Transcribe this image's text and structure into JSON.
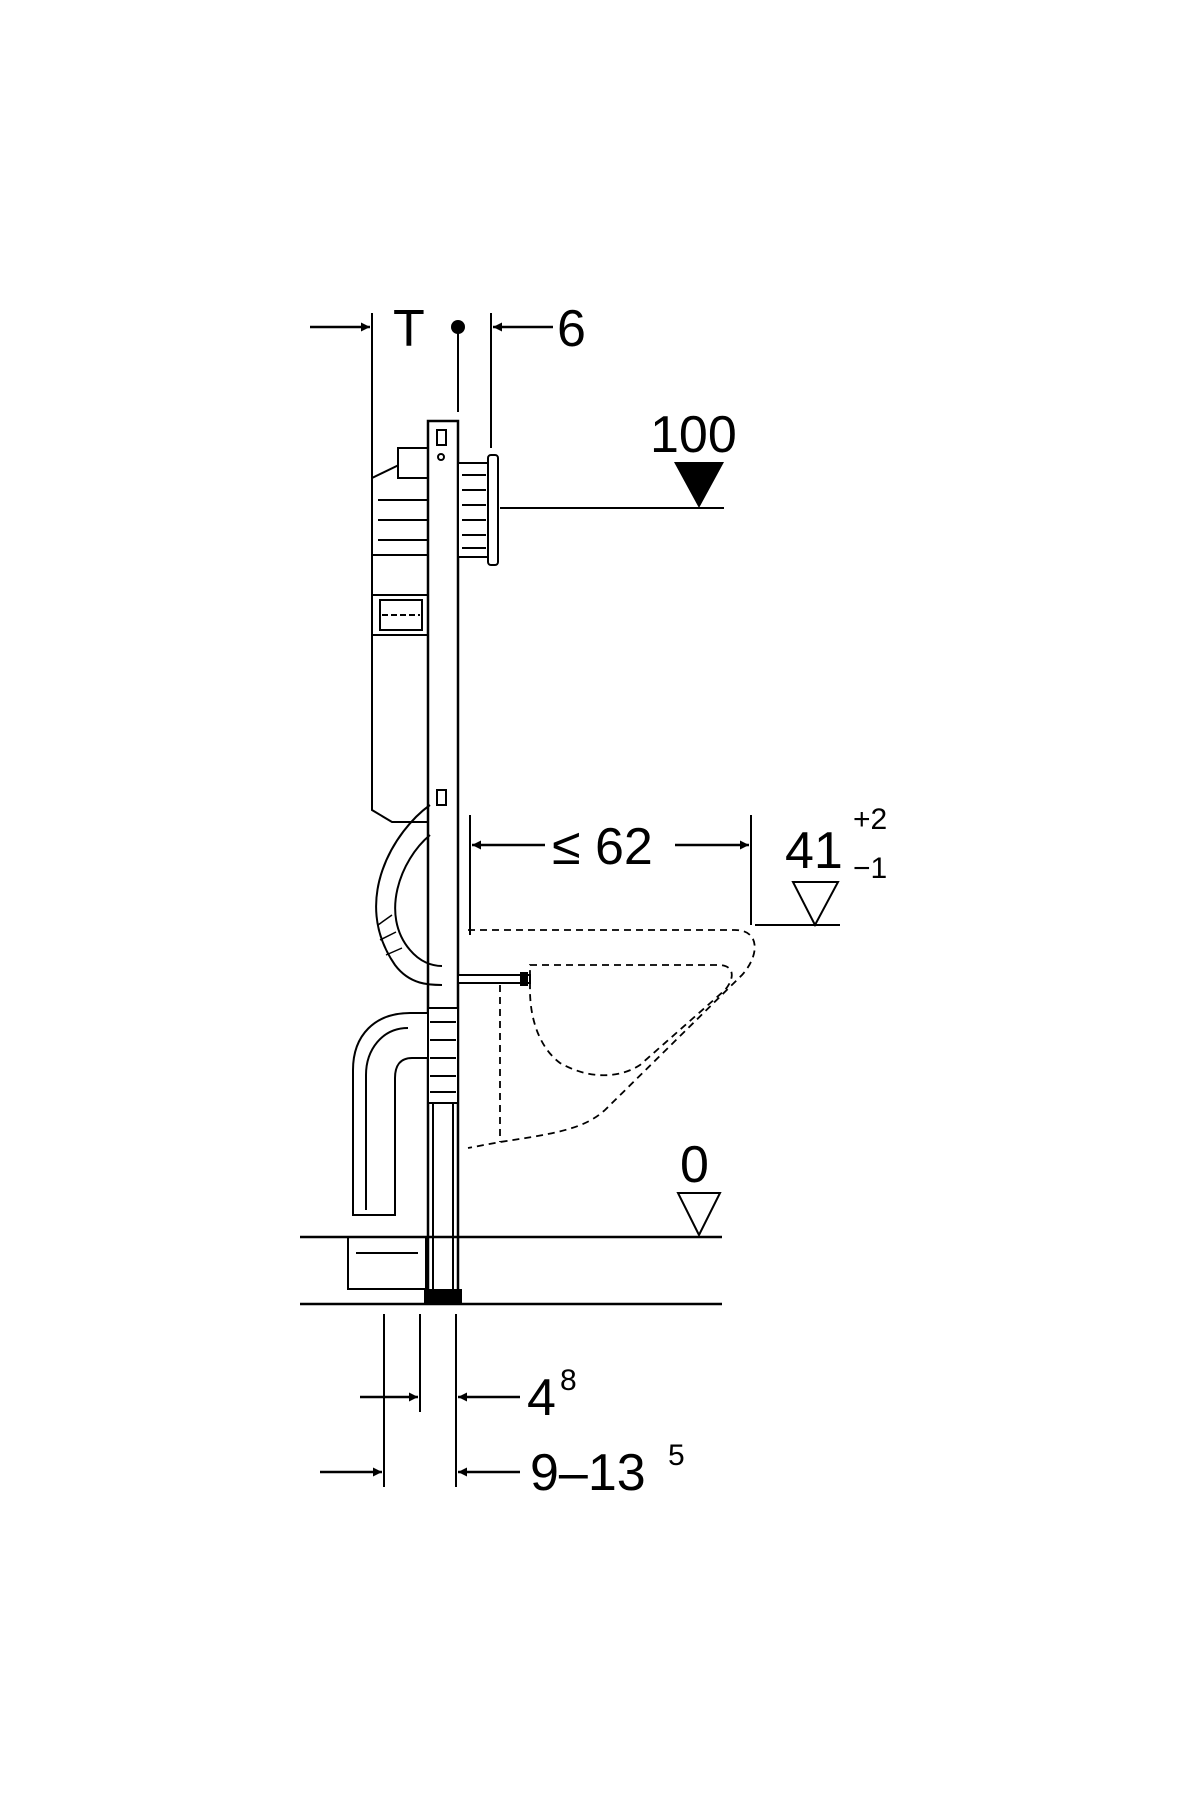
{
  "diagram": {
    "dimensions": {
      "depth_symbol": "T",
      "offset_top": "6",
      "flush_height": "100",
      "projection": "≤ 62",
      "seat_height_base": "41",
      "seat_height_plus": "+2",
      "seat_height_minus": "−1",
      "floor_level": "0",
      "frame_depth_base": "4",
      "frame_depth_sup": "8",
      "install_depth_base": "9–13",
      "install_depth_sup": "5"
    },
    "colors": {
      "line": "#000000",
      "background": "#ffffff"
    }
  }
}
